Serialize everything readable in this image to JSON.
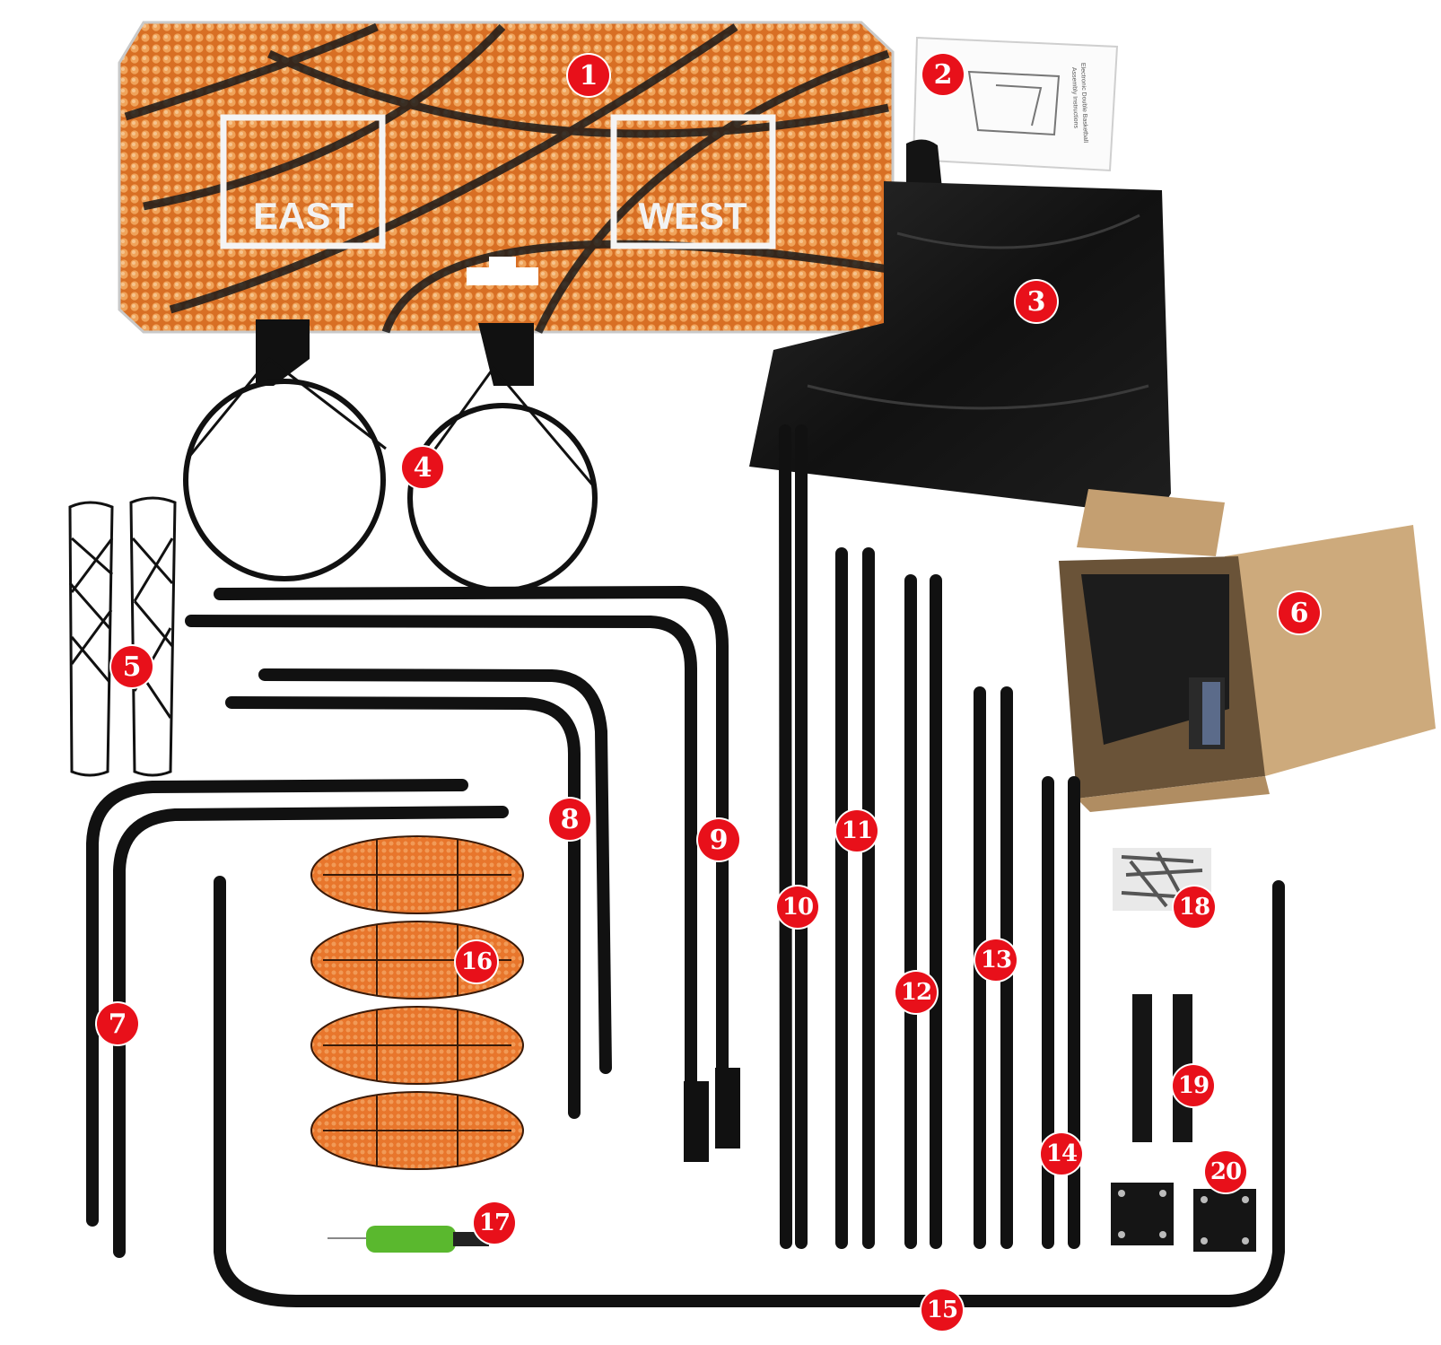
{
  "backboard": {
    "left_label": "EAST",
    "right_label": "WEST",
    "hoop_count": 2
  },
  "manual": {
    "title_lines": [
      "Electronic Double Basketball",
      "Assembly Instructions"
    ]
  },
  "callouts": [
    "1",
    "2",
    "3",
    "4",
    "5",
    "6",
    "7",
    "8",
    "9",
    "10",
    "11",
    "12",
    "13",
    "14",
    "15",
    "16",
    "17",
    "18",
    "19",
    "20"
  ],
  "colors": {
    "badge": "#e8101a",
    "tube": "#111111",
    "ball": "#e8762c",
    "box": "#c7a67a",
    "pump": "#5ab82e"
  },
  "icons": [
    "basketball-backboard",
    "instruction-manual",
    "storage-bag",
    "rim",
    "net",
    "electronics-box",
    "tube",
    "deflated-ball",
    "hand-pump",
    "screws",
    "velcro-strap",
    "base-plate"
  ]
}
